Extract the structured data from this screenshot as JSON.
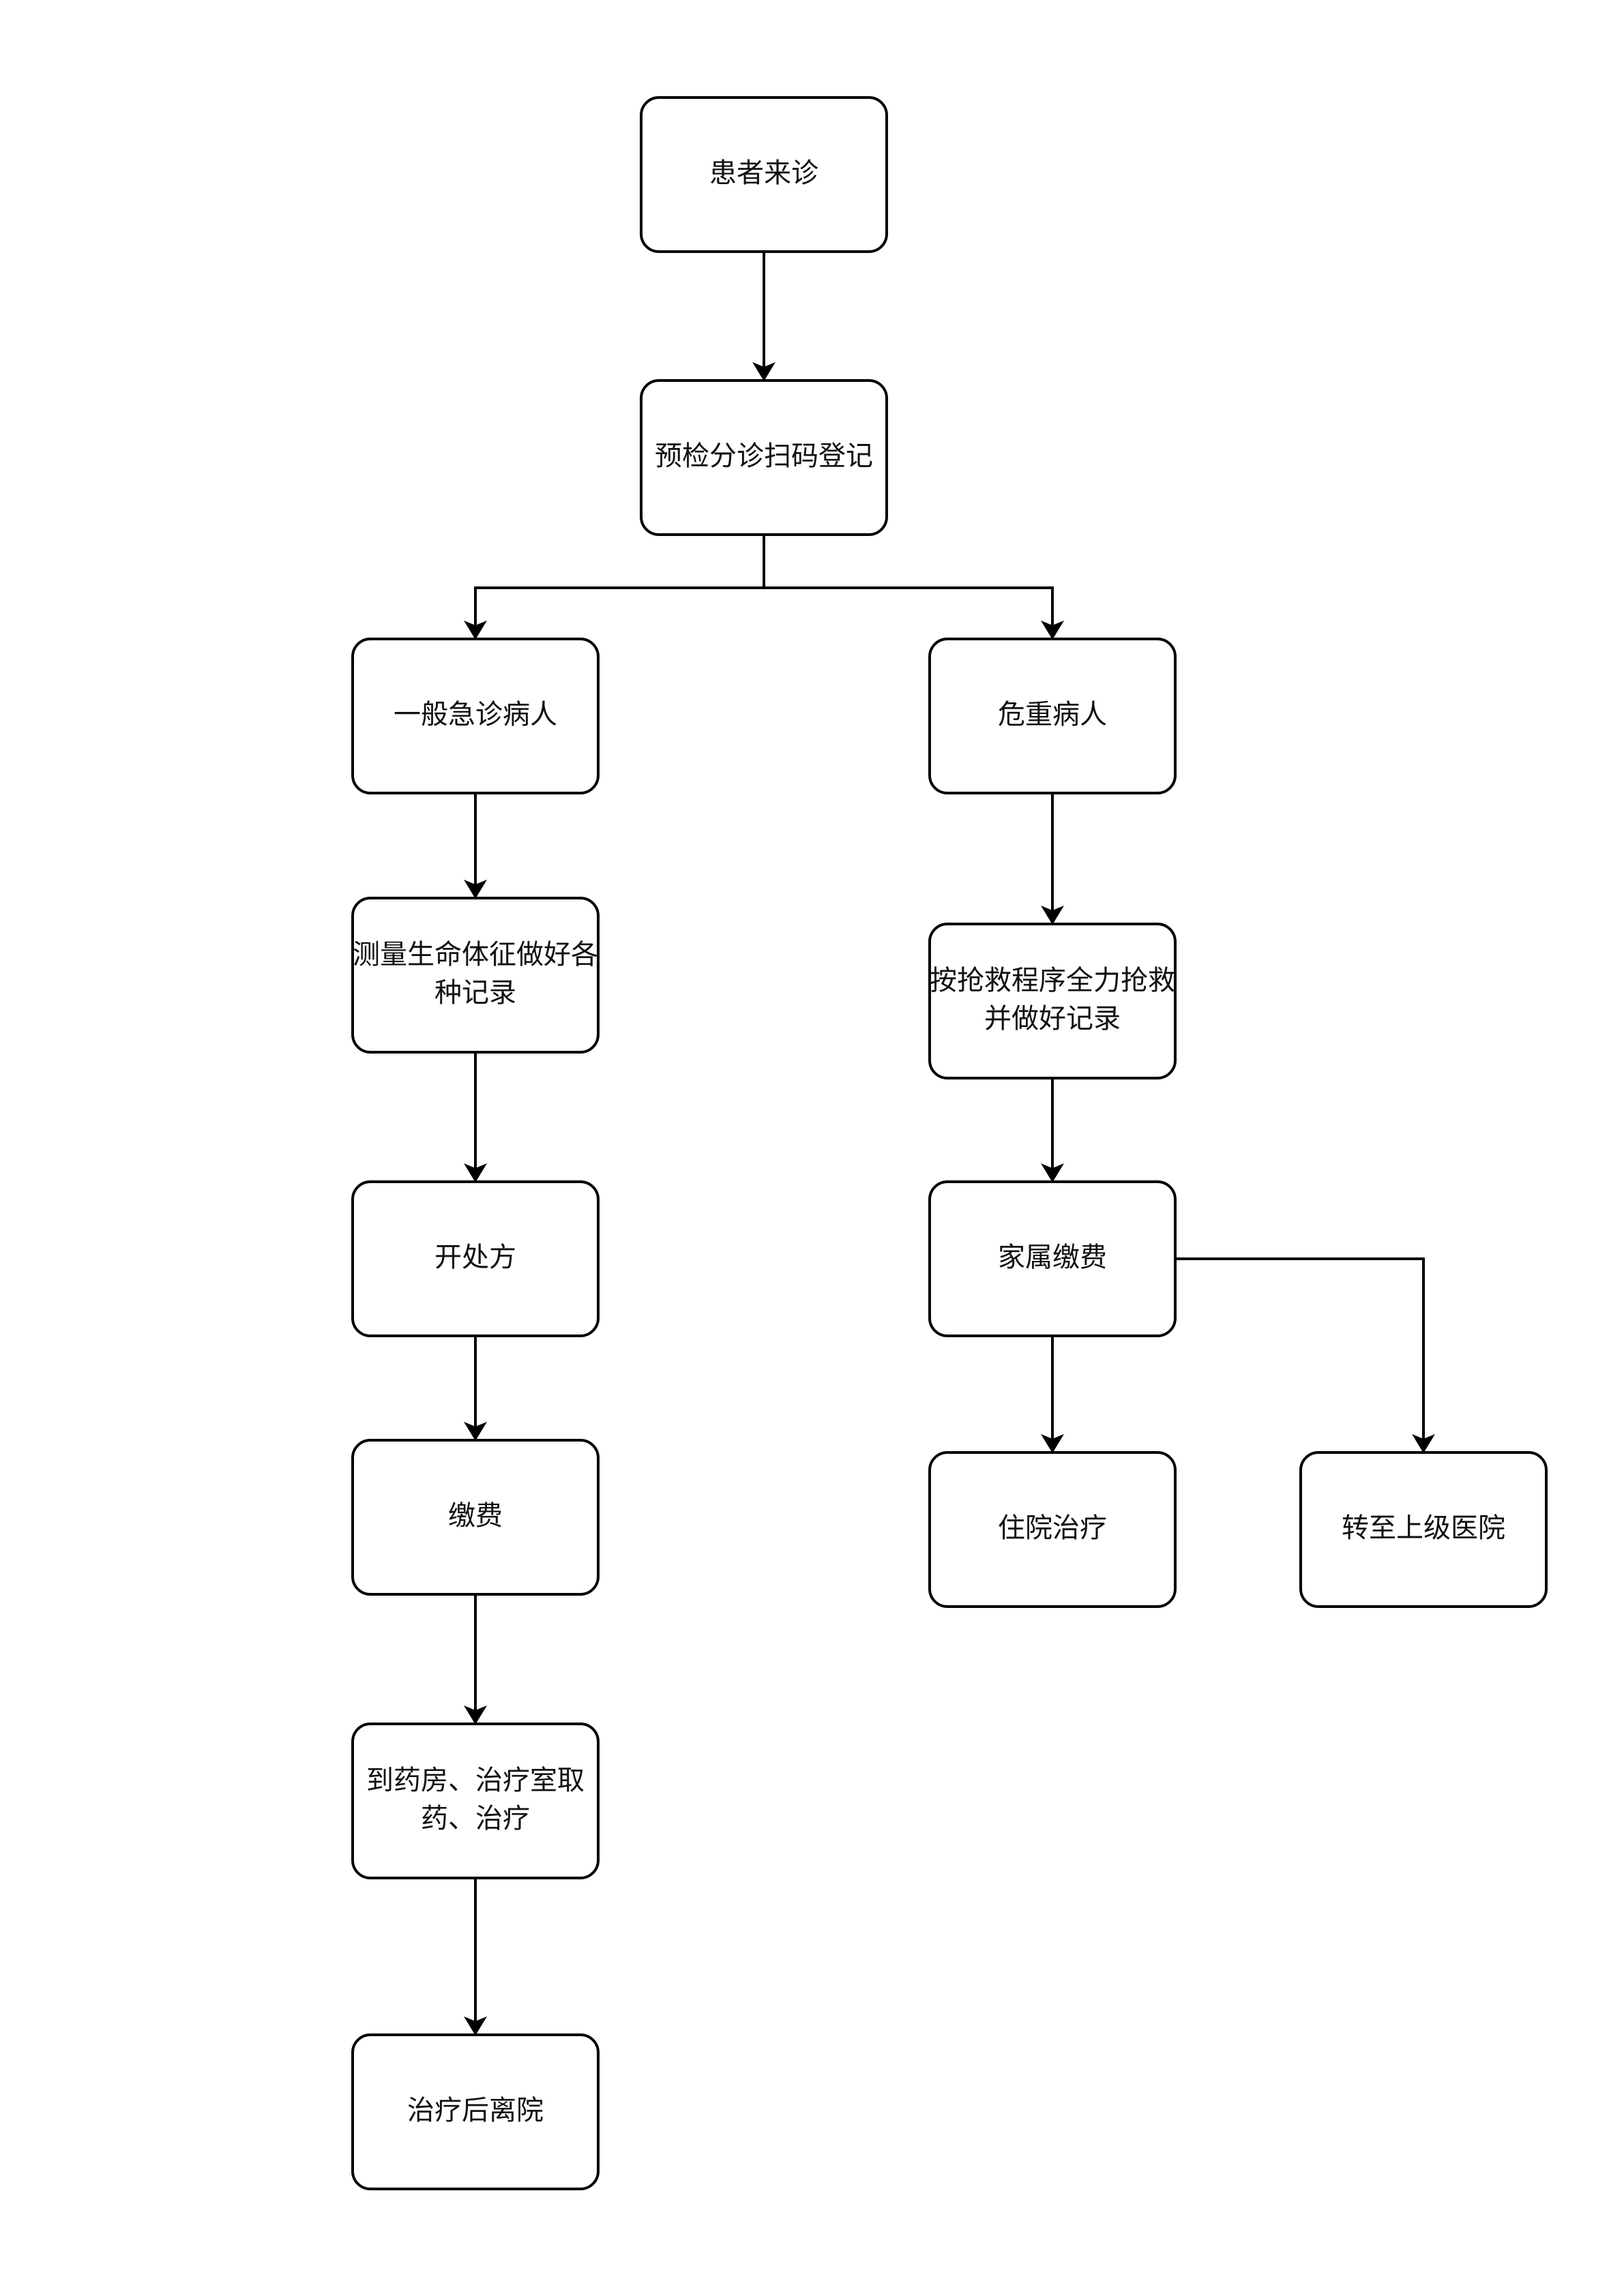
{
  "diagram": {
    "nodes": [
      {
        "id": "patient-arrival",
        "lines": [
          "患者来诊"
        ]
      },
      {
        "id": "triage-register",
        "lines": [
          "预检分诊扫码登记"
        ]
      },
      {
        "id": "general-patient",
        "lines": [
          "一般急诊病人"
        ]
      },
      {
        "id": "critical-patient",
        "lines": [
          "危重病人"
        ]
      },
      {
        "id": "vital-signs",
        "lines": [
          "测量生命体征做好各",
          "种记录"
        ]
      },
      {
        "id": "rescue",
        "lines": [
          "按抢救程序全力抢救",
          "并做好记录"
        ]
      },
      {
        "id": "prescribe",
        "lines": [
          "开处方"
        ]
      },
      {
        "id": "family-payment",
        "lines": [
          "家属缴费"
        ]
      },
      {
        "id": "payment",
        "lines": [
          "缴费"
        ]
      },
      {
        "id": "hospitalize",
        "lines": [
          "住院治疗"
        ]
      },
      {
        "id": "transfer",
        "lines": [
          "转至上级医院"
        ]
      },
      {
        "id": "pharmacy",
        "lines": [
          "到药房、治疗室取",
          "药、治疗"
        ]
      },
      {
        "id": "discharge",
        "lines": [
          "治疗后离院"
        ]
      }
    ],
    "edges": [
      {
        "from": "patient-arrival",
        "to": "triage-register"
      },
      {
        "from": "triage-register",
        "to": "general-patient"
      },
      {
        "from": "triage-register",
        "to": "critical-patient"
      },
      {
        "from": "general-patient",
        "to": "vital-signs"
      },
      {
        "from": "vital-signs",
        "to": "prescribe"
      },
      {
        "from": "prescribe",
        "to": "payment"
      },
      {
        "from": "payment",
        "to": "pharmacy"
      },
      {
        "from": "pharmacy",
        "to": "discharge"
      },
      {
        "from": "critical-patient",
        "to": "rescue"
      },
      {
        "from": "rescue",
        "to": "family-payment"
      },
      {
        "from": "family-payment",
        "to": "hospitalize"
      },
      {
        "from": "family-payment",
        "to": "transfer"
      }
    ]
  }
}
